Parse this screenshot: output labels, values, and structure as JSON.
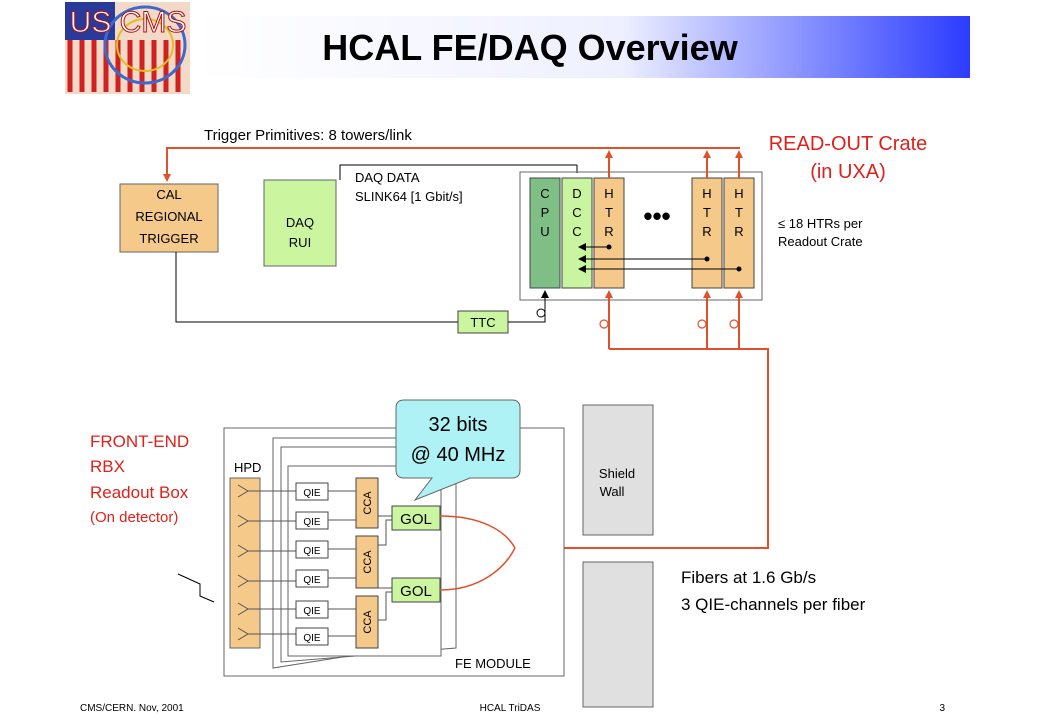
{
  "title": "HCAL FE/DAQ Overview",
  "logo_text": "US CMS",
  "colors": {
    "title_gradient_start": "#ffffff",
    "title_gradient_end": "#2b3cff",
    "fiber_red": "#e0502a",
    "trigger_box": "#f5c98a",
    "daq_box": "#ccf5a0",
    "cpu_box": "#7fbf86",
    "dcc_box": "#c9f5a0",
    "htr_box": "#f5c98a",
    "cca_box": "#f5c98a",
    "hpd_box": "#f5c98a",
    "callout": "#aef2f5",
    "shield": "#e0e0e0",
    "accent_red": "#e0201a"
  },
  "top": {
    "trigger_primitives_label": "Trigger Primitives:  8 towers/link",
    "readout_crate_label_1": "READ-OUT Crate",
    "readout_crate_label_2": "(in UXA)",
    "cal_lines": [
      "CAL",
      "REGIONAL",
      "TRIGGER"
    ],
    "daq_rui_lines": [
      "DAQ",
      "RUI"
    ],
    "daq_data_lines": [
      "DAQ DATA",
      "SLINK64  [1 Gbit/s]"
    ],
    "cpu_letters": [
      "C",
      "P",
      "U"
    ],
    "dcc_letters": [
      "D",
      "C",
      "C"
    ],
    "htr_letters": [
      "H",
      "T",
      "R"
    ],
    "ellipsis": "•••",
    "htr_count_lines": [
      "≤ 18 HTRs per",
      "Readout Crate"
    ],
    "ttc_label": "TTC"
  },
  "bottom": {
    "frontend_lines": [
      "FRONT-END",
      "RBX",
      "Readout Box"
    ],
    "on_detector": "(On detector)",
    "hpd_label": "HPD",
    "qie_label": "QIE",
    "cca_label": "CCA",
    "gol_label": "GOL",
    "fe_module_label": "FE  MODULE",
    "callout_lines": [
      "32 bits",
      "@ 40 MHz"
    ],
    "shield_lines": [
      "Shield",
      "Wall"
    ],
    "fibers_lines": [
      "Fibers at 1.6 Gb/s",
      "3 QIE-channels per fiber"
    ]
  },
  "footer": {
    "left": "CMS/CERN. Nov, 2001",
    "center": "HCAL TriDAS",
    "page": "3"
  }
}
